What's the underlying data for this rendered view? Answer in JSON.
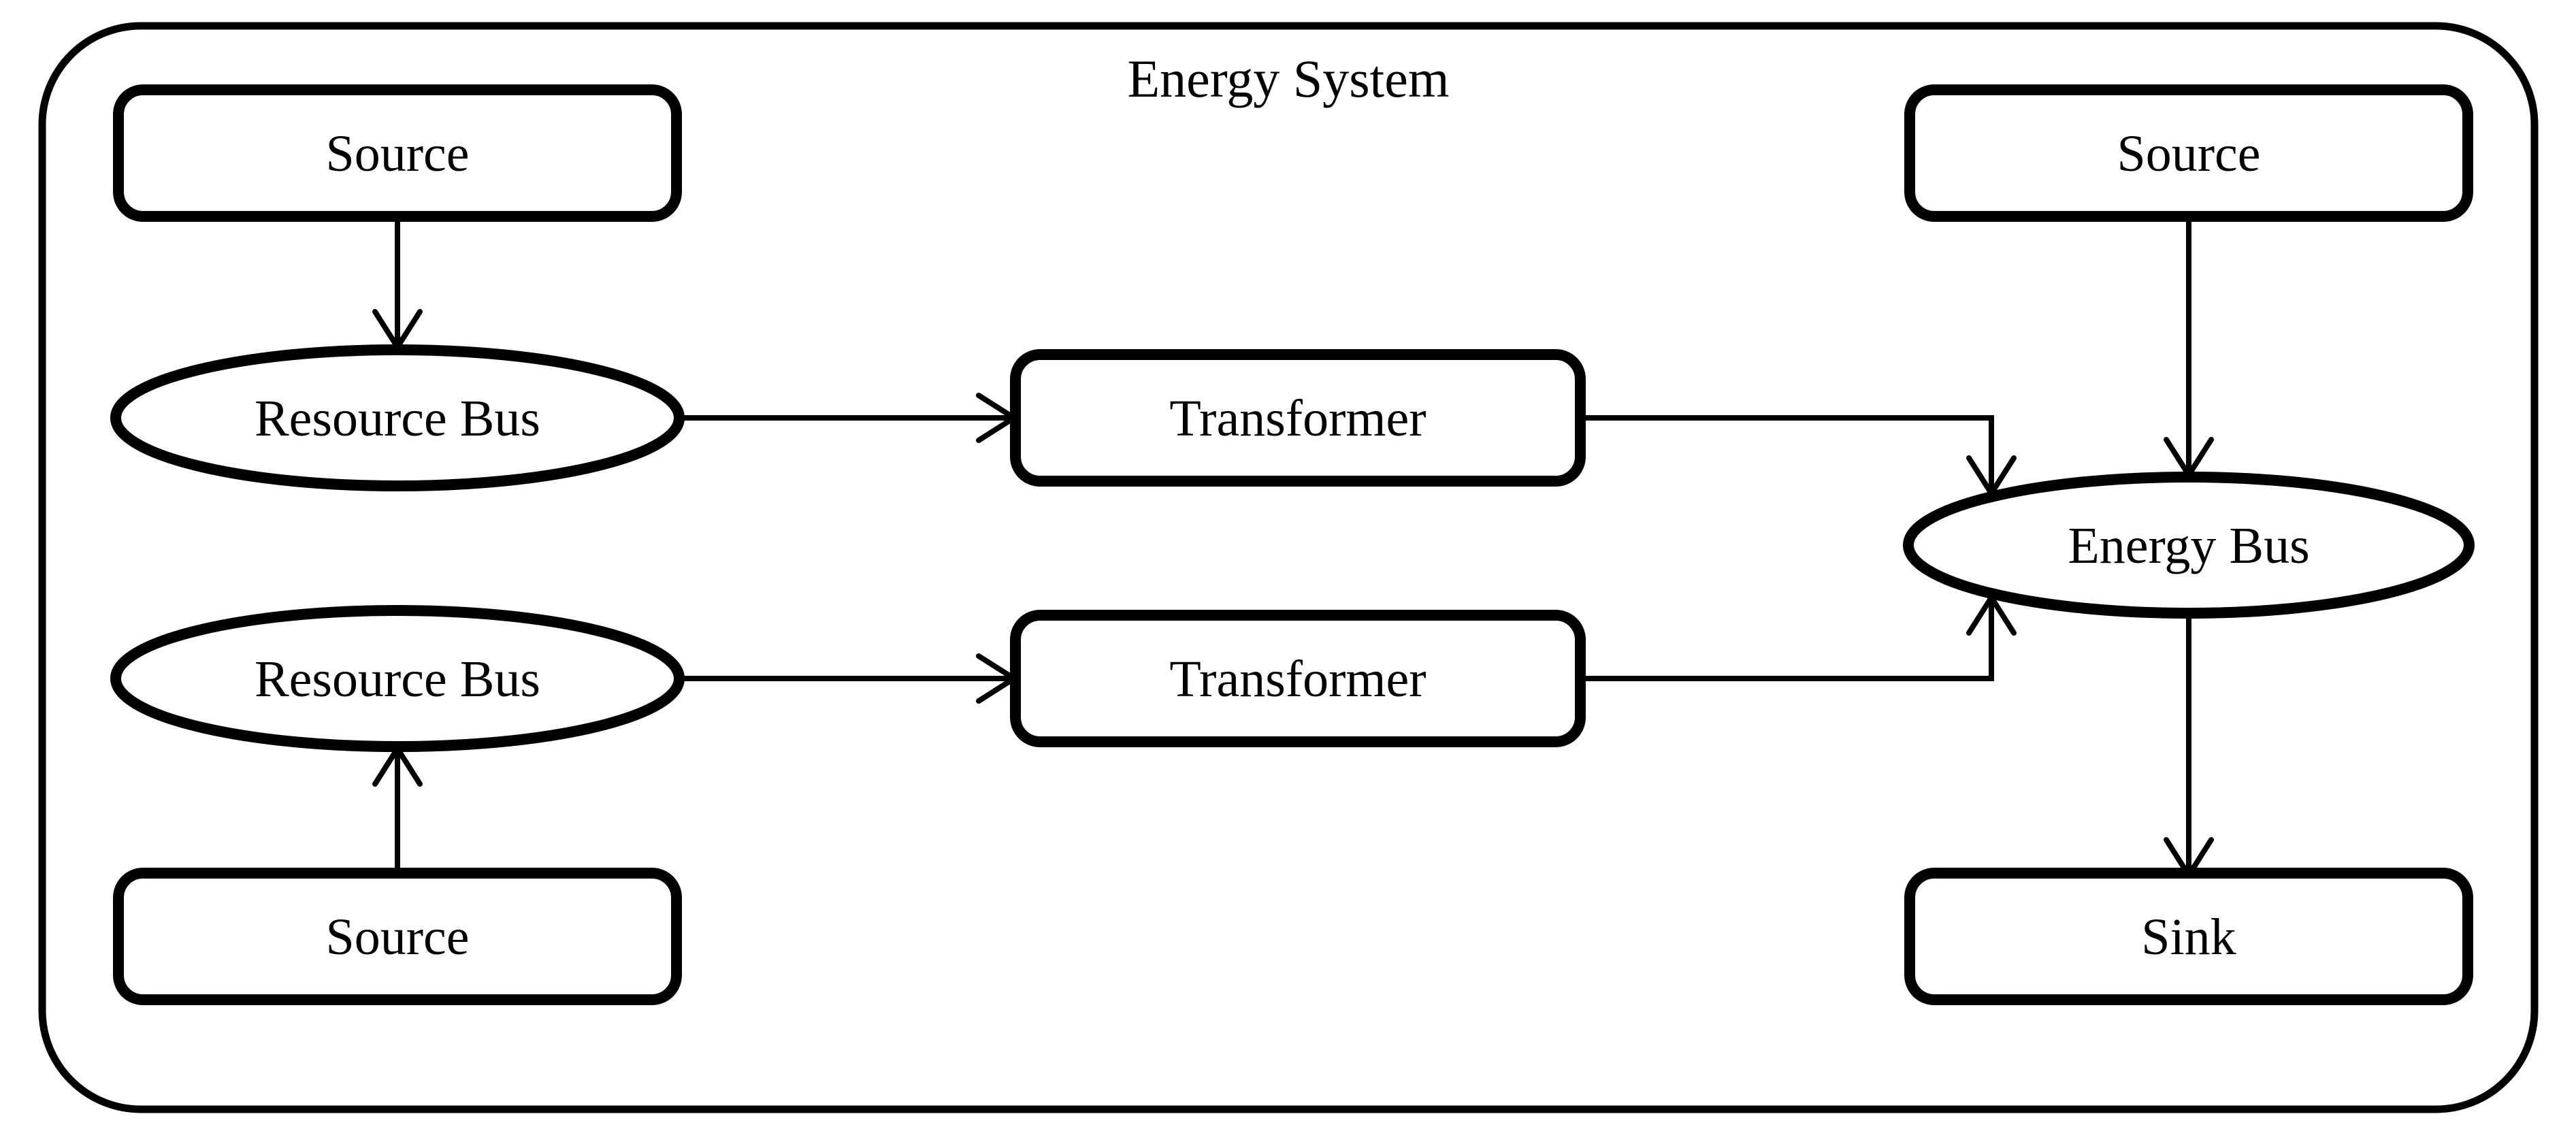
{
  "diagram": {
    "title": "Energy System",
    "colors": {
      "ink": "#000000",
      "paper": "#ffffff"
    }
  },
  "nodes": {
    "source_top_left": {
      "label": "Source",
      "shape": "rounded-rect"
    },
    "source_top_right": {
      "label": "Source",
      "shape": "rounded-rect"
    },
    "source_bottom_left": {
      "label": "Source",
      "shape": "rounded-rect"
    },
    "resource_bus_top": {
      "label": "Resource Bus",
      "shape": "ellipse"
    },
    "resource_bus_bottom": {
      "label": "Resource Bus",
      "shape": "ellipse"
    },
    "transformer_top": {
      "label": "Transformer",
      "shape": "rounded-rect"
    },
    "transformer_bottom": {
      "label": "Transformer",
      "shape": "rounded-rect"
    },
    "energy_bus": {
      "label": "Energy Bus",
      "shape": "ellipse"
    },
    "sink": {
      "label": "Sink",
      "shape": "rounded-rect"
    }
  },
  "edges": [
    {
      "from": "source_top_left",
      "to": "resource_bus_top"
    },
    {
      "from": "resource_bus_top",
      "to": "transformer_top"
    },
    {
      "from": "transformer_top",
      "to": "energy_bus"
    },
    {
      "from": "source_bottom_left",
      "to": "resource_bus_bottom"
    },
    {
      "from": "resource_bus_bottom",
      "to": "transformer_bottom"
    },
    {
      "from": "transformer_bottom",
      "to": "energy_bus"
    },
    {
      "from": "source_top_right",
      "to": "energy_bus"
    },
    {
      "from": "energy_bus",
      "to": "sink"
    }
  ]
}
